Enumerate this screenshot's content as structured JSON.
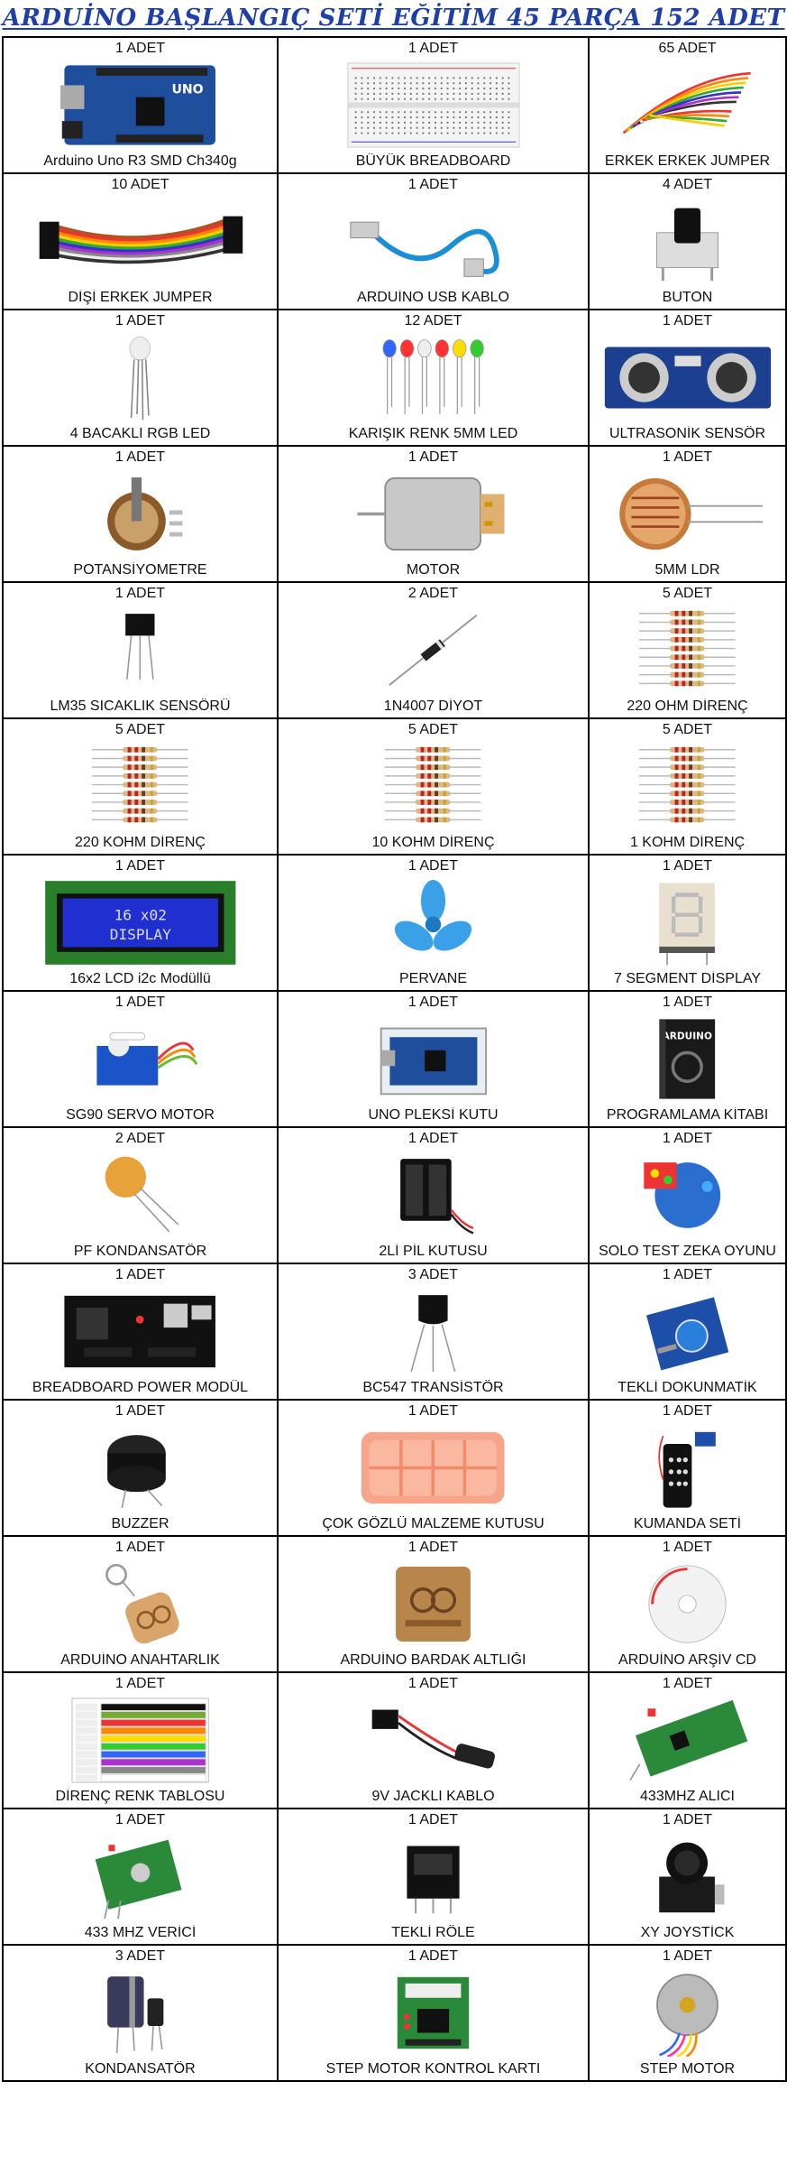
{
  "title": "ARDUİNO BAŞLANGIÇ SETİ EĞİTİM  45 PARÇA 152 ADET",
  "items": [
    {
      "qty": "1 ADET",
      "name": "Arduino Uno R3 SMD Ch340g",
      "icon": "arduino-board-icon"
    },
    {
      "qty": "1 ADET",
      "name": "BÜYÜK BREADBOARD",
      "icon": "breadboard-icon"
    },
    {
      "qty": "65 ADET",
      "name": "ERKEK ERKEK JUMPER",
      "icon": "jumper-wires-icon"
    },
    {
      "qty": "10 ADET",
      "name": "DİŞİ ERKEK JUMPER",
      "icon": "ribbon-jumper-icon"
    },
    {
      "qty": "1 ADET",
      "name": "ARDUİNO USB KABLO",
      "icon": "usb-cable-icon"
    },
    {
      "qty": "4 ADET",
      "name": "BUTON",
      "icon": "push-button-icon"
    },
    {
      "qty": "1 ADET",
      "name": "4 BACAKLI RGB LED",
      "icon": "rgb-led-icon"
    },
    {
      "qty": "12 ADET",
      "name": "KARIŞIK RENK 5MM LED",
      "icon": "color-leds-icon"
    },
    {
      "qty": "1 ADET",
      "name": "ULTRASONİK SENSÖR",
      "icon": "ultrasonic-sensor-icon"
    },
    {
      "qty": "1 ADET",
      "name": "POTANSİYOMETRE",
      "icon": "potentiometer-icon"
    },
    {
      "qty": "1 ADET",
      "name": "MOTOR",
      "icon": "dc-motor-icon"
    },
    {
      "qty": "1 ADET",
      "name": "5MM LDR",
      "icon": "ldr-icon"
    },
    {
      "qty": "1 ADET",
      "name": "LM35 SICAKLIK SENSÖRÜ",
      "icon": "temperature-sensor-icon"
    },
    {
      "qty": "2 ADET",
      "name": "1N4007 DİYOT",
      "icon": "diode-icon"
    },
    {
      "qty": "5 ADET",
      "name": "220 OHM DİRENÇ",
      "icon": "resistors-icon"
    },
    {
      "qty": "5 ADET",
      "name": "220 KOHM DİRENÇ",
      "icon": "resistors-icon"
    },
    {
      "qty": "5 ADET",
      "name": "10 KOHM DİRENÇ",
      "icon": "resistors-icon"
    },
    {
      "qty": "5 ADET",
      "name": "1 KOHM DİRENÇ",
      "icon": "resistors-icon"
    },
    {
      "qty": "1 ADET",
      "name": "16x2 LCD i2c Modüllü",
      "icon": "lcd-display-icon",
      "lcd_line1": "16 x02",
      "lcd_line2": "DISPLAY"
    },
    {
      "qty": "1 ADET",
      "name": "PERVANE",
      "icon": "propeller-icon"
    },
    {
      "qty": "1 ADET",
      "name": "7 SEGMENT DİSPLAY",
      "icon": "seven-segment-icon"
    },
    {
      "qty": "1 ADET",
      "name": "SG90 SERVO MOTOR",
      "icon": "servo-motor-icon"
    },
    {
      "qty": "1 ADET",
      "name": "UNO PLEKSİ KUTU",
      "icon": "acrylic-case-icon"
    },
    {
      "qty": "1 ADET",
      "name": "PROGRAMLAMA KİTABI",
      "icon": "book-icon",
      "book_title": "ARDUINO"
    },
    {
      "qty": "2 ADET",
      "name": "PF KONDANSATÖR",
      "icon": "ceramic-capacitor-icon"
    },
    {
      "qty": "1 ADET",
      "name": "2Lİ PİL KUTUSU",
      "icon": "battery-holder-icon"
    },
    {
      "qty": "1 ADET",
      "name": "SOLO TEST ZEKA OYUNU",
      "icon": "puzzle-game-icon"
    },
    {
      "qty": "1 ADET",
      "name": "BREADBOARD  POWER MODÜL",
      "icon": "power-module-icon"
    },
    {
      "qty": "3 ADET",
      "name": "BC547 TRANSİSTÖR",
      "icon": "transistor-icon"
    },
    {
      "qty": "1 ADET",
      "name": "TEKLİ DOKUNMATİK",
      "icon": "touch-sensor-icon"
    },
    {
      "qty": "1 ADET",
      "name": "BUZZER",
      "icon": "buzzer-icon"
    },
    {
      "qty": "1 ADET",
      "name": "ÇOK GÖZLÜ MALZEME KUTUSU",
      "icon": "organizer-box-icon"
    },
    {
      "qty": "1 ADET",
      "name": "KUMANDA SETİ",
      "icon": "remote-control-icon"
    },
    {
      "qty": "1 ADET",
      "name": "ARDUİNO ANAHTARLIK",
      "icon": "keychain-icon"
    },
    {
      "qty": "1 ADET",
      "name": "ARDUİNO BARDAK ALTLIĞI",
      "icon": "coaster-icon"
    },
    {
      "qty": "1 ADET",
      "name": "ARDUİNO ARŞİV CD",
      "icon": "cd-icon"
    },
    {
      "qty": "1 ADET",
      "name": "DİRENÇ RENK TABLOSU",
      "icon": "color-table-icon"
    },
    {
      "qty": "1 ADET",
      "name": "9V JACKLI KABLO",
      "icon": "battery-snap-icon"
    },
    {
      "qty": "1 ADET",
      "name": "433MHZ ALICI",
      "icon": "rf-receiver-icon"
    },
    {
      "qty": "1 ADET",
      "name": "433 MHZ VERİCİ",
      "icon": "rf-transmitter-icon"
    },
    {
      "qty": "1 ADET",
      "name": "TEKLİ RÖLE",
      "icon": "relay-icon"
    },
    {
      "qty": "1 ADET",
      "name": "XY JOYSTİCK",
      "icon": "joystick-icon"
    },
    {
      "qty": "3 ADET",
      "name": "KONDANSATÖR",
      "icon": "capacitor-icon"
    },
    {
      "qty": "1 ADET",
      "name": "STEP MOTOR KONTROL KARTI",
      "icon": "stepper-driver-icon"
    },
    {
      "qty": "1 ADET",
      "name": "STEP MOTOR",
      "icon": "stepper-motor-icon"
    }
  ]
}
